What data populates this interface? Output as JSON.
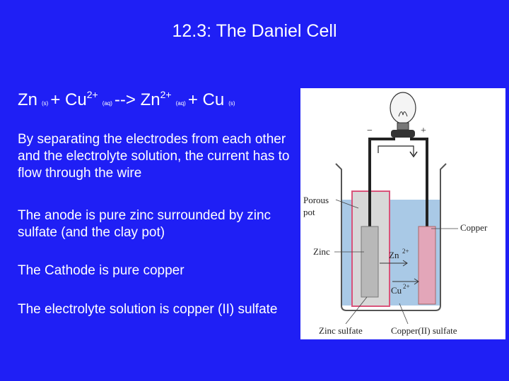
{
  "slide": {
    "title": "12.3:  The Daniel Cell",
    "equation": {
      "zn_left": "Zn",
      "state_s_1": "(s)",
      "plus_1": "+ Cu",
      "cu_charge": "2+",
      "state_aq_1": "(aq)",
      "arrow": "--> Zn",
      "zn_charge": "2+",
      "state_aq_2": "(aq)",
      "plus_2": "+ Cu",
      "state_s_2": "(s)"
    },
    "paragraphs": [
      "By separating the electrodes from each other and the electrolyte solution, the current has to flow through the wire",
      "The anode is pure zinc surrounded by zinc sulfate (and the clay pot)",
      "The Cathode is pure copper",
      "The electrolyte solution is copper (II) sulfate"
    ]
  },
  "figure": {
    "minus": "−",
    "plus": "+",
    "porous_label_1": "Porous",
    "porous_label_2": "pot",
    "copper_label": "Copper",
    "zinc_label": "Zinc",
    "zn2_ion": "Zn",
    "zn2_charge": "2+",
    "cu2_ion": "Cu",
    "cu2_charge": "2+",
    "zinc_sulfate_label": "Zinc sulfate",
    "copper_sulfate_label": "Copper(II) sulfate"
  },
  "colors": {
    "background": "#1f1ff5",
    "solution": "#a9c9e6",
    "copper_electrode": "#e3a6b9",
    "zinc_electrode": "#b8b8b8"
  }
}
